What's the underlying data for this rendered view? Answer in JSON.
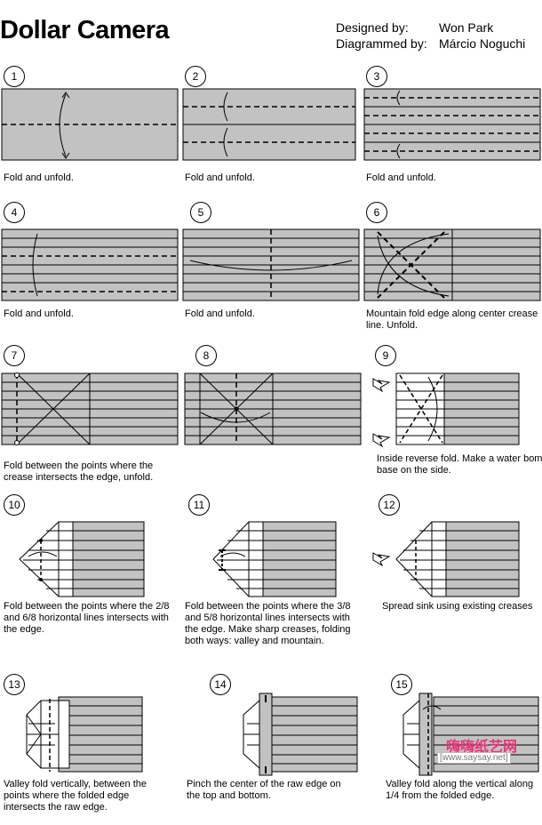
{
  "title": "Dollar Camera",
  "credits": [
    {
      "label": "Designed by:",
      "value": "Won Park"
    },
    {
      "label": "Diagrammed by:",
      "value": "Márcio Noguchi"
    }
  ],
  "steps": [
    {
      "n": "1",
      "caption": "Fold and unfold."
    },
    {
      "n": "2",
      "caption": "Fold and unfold."
    },
    {
      "n": "3",
      "caption": "Fold and unfold."
    },
    {
      "n": "4",
      "caption": "Fold and unfold."
    },
    {
      "n": "5",
      "caption": "Fold and unfold."
    },
    {
      "n": "6",
      "caption": "Mountain fold edge along center crease line. Unfold."
    },
    {
      "n": "7",
      "caption": "Fold between the points where the crease intersects the edge, unfold."
    },
    {
      "n": "8",
      "caption": ""
    },
    {
      "n": "9",
      "caption": "Inside reverse fold. Make a water bomb base on the side."
    },
    {
      "n": "10",
      "caption": "Fold between the points where the 2/8 and 6/8 horizontal lines intersects with the edge."
    },
    {
      "n": "11",
      "caption": "Fold between the points where the 3/8 and 5/8 horizontal lines intersects with the edge.  Make sharp creases, folding both ways: valley and mountain."
    },
    {
      "n": "12",
      "caption": "Spread sink using existing creases"
    },
    {
      "n": "13",
      "caption": "Valley fold vertically, between the points where the folded edge intersects the raw edge."
    },
    {
      "n": "14",
      "caption": "Pinch the center of the raw edge on the top and bottom."
    },
    {
      "n": "15",
      "caption": "Valley fold along the vertical along 1/4 from the folded edge."
    }
  ],
  "watermark": {
    "brand": "嗨嗨纸艺网",
    "url": "[www.saysay.net]"
  },
  "colors": {
    "paper": "#c2c2c2",
    "line": "#000000",
    "brand": "#e8347a"
  }
}
